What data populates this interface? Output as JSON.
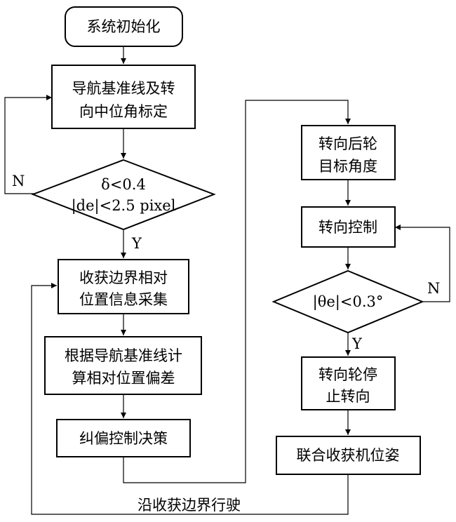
{
  "nodes": {
    "init": "系统初始化",
    "calib_1": "导航基准线及转",
    "calib_2": "向中位角标定",
    "cond_1": "δ<0.4",
    "cond_2": "|de|<2.5 pixel",
    "collect_1": "收获边界相对",
    "collect_2": "位置信息采集",
    "compute_1": "根据导航基准线计",
    "compute_2": "算相对位置偏差",
    "decide": "纠偏控制决策",
    "target_1": "转向后轮",
    "target_2": "目标角度",
    "steer": "转向控制",
    "theta_cond": "|θe|<0.3°",
    "stop_1": "转向轮停",
    "stop_2": "止转向",
    "pose": "联合收获机位姿"
  },
  "labels": {
    "no_left": "N",
    "yes_left": "Y",
    "no_right": "N",
    "yes_right": "Y",
    "travel": "沿收获边界行驶"
  }
}
